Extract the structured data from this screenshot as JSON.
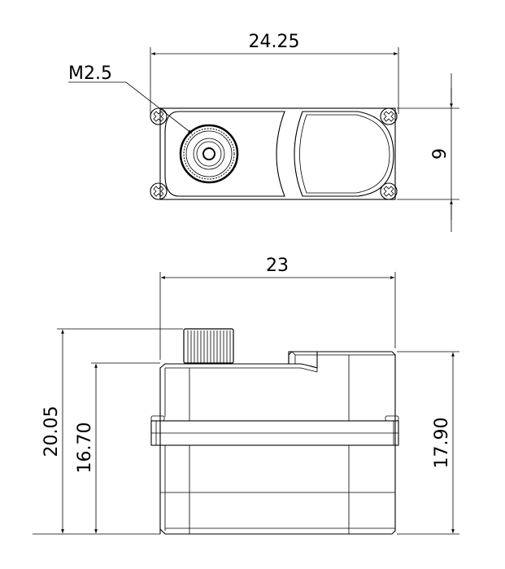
{
  "top_view": {
    "width_dim": "24.25",
    "height_dim": "9",
    "thread_label": "M2.5"
  },
  "front_view": {
    "width_dim": "23",
    "total_height_dim": "20.05",
    "body_height_dim": "16.70",
    "right_height_dim": "17.90"
  },
  "colors": {
    "line": "#000000",
    "background": "#ffffff"
  }
}
